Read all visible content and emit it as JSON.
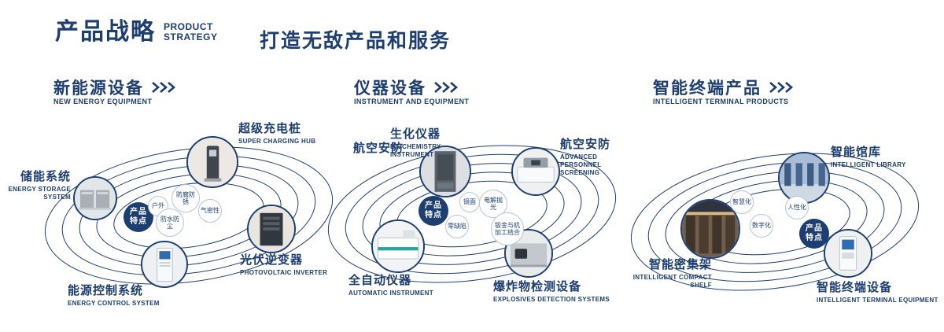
{
  "header": {
    "title_cn": "产品战略",
    "title_en_line1": "PRODUCT",
    "title_en_line2": "STRATEGY",
    "slogan": "打造无敌产品和服务"
  },
  "badge": {
    "line1": "产品",
    "line2": "特点"
  },
  "colors": {
    "navy": "#1d3e70",
    "bubble_border": "#b7c4d6"
  },
  "groups": [
    {
      "title": "新能源设备",
      "subtitle": "NEW ENERGY EQUIPMENT",
      "items": [
        {
          "cn": "超级充电桩",
          "en": "SUPER CHARGING HUB"
        },
        {
          "cn": "储能系统",
          "en": "ENERGY STORAGE SYSTEM"
        },
        {
          "cn": "光伏逆变器",
          "en": "PHOTOVOLTAIC INVERTER"
        },
        {
          "cn": "能源控制系统",
          "en": "ENERGY CONTROL SYSTEM"
        }
      ],
      "features": [
        "户外",
        "防腐防锈",
        "气密性",
        "防水防尘"
      ]
    },
    {
      "title": "仪器设备",
      "subtitle": "INSTRUMENT AND EQUIPMENT",
      "extra_label": "航空安防",
      "items": [
        {
          "cn": "生化仪器",
          "en": "BIOCHEMISTRY INSTRUMENT"
        },
        {
          "cn": "航空安防",
          "en": "ADVANCED PERSONNEL SCREENING"
        },
        {
          "cn": "全自动仪器",
          "en": "AUTOMATIC INSTRUMENT"
        },
        {
          "cn": "爆炸物检测设备",
          "en": "EXPLOSIVES DETECTION SYSTEMS"
        }
      ],
      "features": [
        "镜面",
        "电解抛光",
        "零缺陷",
        "钣金与机加工结合"
      ]
    },
    {
      "title": "智能终端产品",
      "subtitle": "INTELLIGENT TERMINAL PRODUCTS",
      "items": [
        {
          "cn": "智能馆库",
          "en": "INTELLIGENT LIBRARY"
        },
        {
          "cn": "智能密集架",
          "en": "INTELLIGENT COMPACT SHELF"
        },
        {
          "cn": "智能终端设备",
          "en": "INTELLIGENT TERMINAL EQUIPMENT"
        }
      ],
      "features": [
        "智慧化",
        "人性化",
        "数字化"
      ]
    }
  ]
}
